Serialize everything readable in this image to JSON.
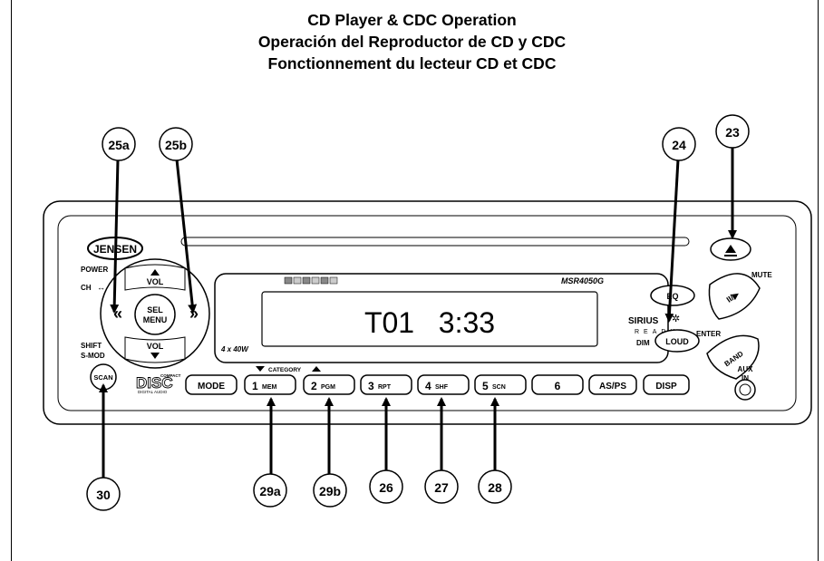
{
  "titles": [
    "CD Player & CDC Operation",
    "Operación del Reproductor de CD y CDC",
    "Fonctionnement du lecteur CD et CDC"
  ],
  "brand": "JENSEN",
  "model": "MSR4050G",
  "display_text": "T01   3:33",
  "power_rating": "4 x 40W",
  "sirius": {
    "name": "SIRIUS",
    "ready": "READY"
  },
  "cd_logo": {
    "top": "COMPACT",
    "main": "DISC",
    "bottom": "DIGITAL AUDIO"
  },
  "side_labels": {
    "power": "POWER",
    "ch": "CH",
    "shift": "SHIFT",
    "smod": "S-MOD",
    "mute": "MUTE",
    "enter": "ENTER",
    "dim": "DIM",
    "aux_in_1": "AUX",
    "aux_in_2": "IN",
    "category": "CATEGORY"
  },
  "controls": {
    "vol_up": "VOL",
    "vol_down": "VOL",
    "sel": "SEL",
    "menu": "MENU",
    "eq": "EQ",
    "loud": "LOUD",
    "band": "BAND",
    "scan": "SCAN",
    "mode": "MODE",
    "preset1_num": "1",
    "preset1_sub": "MEM",
    "preset2_num": "2",
    "preset2_sub": "PGM",
    "preset3_num": "3",
    "preset3_sub": "RPT",
    "preset4_num": "4",
    "preset4_sub": "SHF",
    "preset5_num": "5",
    "preset5_sub": "SCN",
    "preset6_num": "6",
    "asps": "AS/PS",
    "disp": "DISP"
  },
  "callouts": {
    "c25a": "25a",
    "c25b": "25b",
    "c24": "24",
    "c23": "23",
    "c30": "30",
    "c29a": "29a",
    "c29b": "29b",
    "c26": "26",
    "c27": "27",
    "c28": "28"
  }
}
